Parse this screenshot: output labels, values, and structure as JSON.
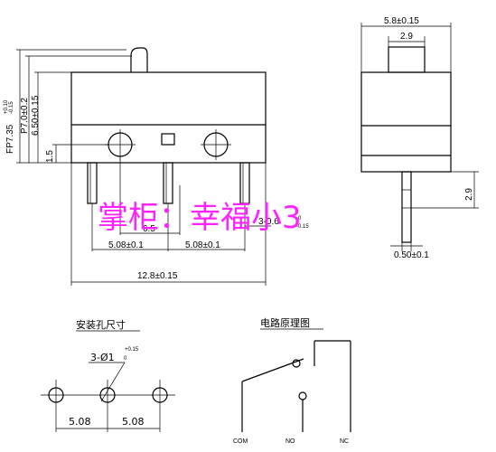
{
  "front_view": {
    "dim_height_fp": "FP7.35",
    "dim_height_fp_tol_upper": "+0.10",
    "dim_height_fp_tol_lower": "-0.15",
    "dim_height_p": "P7.0±0.2",
    "dim_height_body": "6.50±0.15",
    "dim_hole_height": "1.5",
    "dim_offset": "6.5",
    "dim_pitch_left": "5.08±0.1",
    "dim_pitch_right": "5.08±0.1",
    "dim_terminal_width": "3-0.6",
    "dim_terminal_tol_upper": "0",
    "dim_terminal_tol_lower": "-0.15",
    "dim_total_width": "12.8±0.15"
  },
  "side_view": {
    "dim_total_width": "5.8±0.15",
    "dim_actuator_width": "2.9",
    "dim_terminal_length": "2.9",
    "dim_terminal_thickness": "0.50±0.1"
  },
  "watermark": "掌柜：幸福小3",
  "mounting": {
    "title": "安装孔尺寸",
    "hole_label": "3-Ø1",
    "hole_tol_upper": "+0.15",
    "hole_tol_lower": "0",
    "pitch_left": "5.08",
    "pitch_right": "5.08"
  },
  "circuit": {
    "title": "电路原理图",
    "terminal_com": "COM",
    "terminal_no": "NO",
    "terminal_nc": "NC"
  }
}
